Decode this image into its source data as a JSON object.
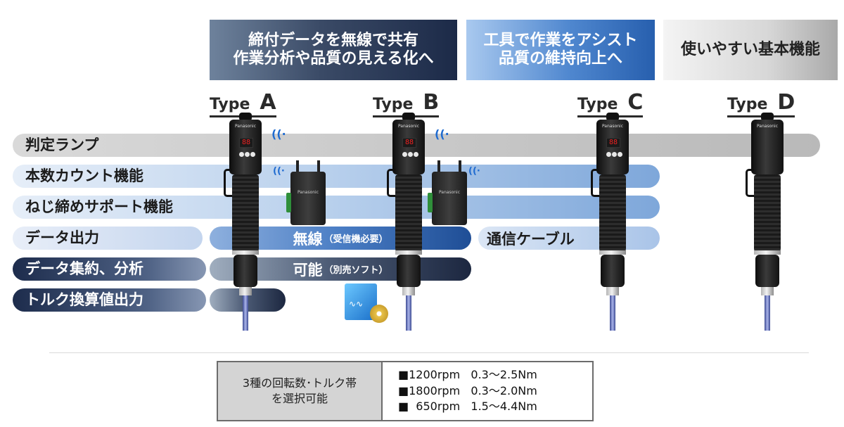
{
  "headers": {
    "a": {
      "line1": "締付データを無線で共有",
      "line2": "作業分析や品質の見える化へ"
    },
    "b": {
      "line1": "工具で作業をアシスト",
      "line2": "品質の維持向上へ"
    },
    "c": {
      "line1": "使いやすい基本機能"
    }
  },
  "types": [
    {
      "prefix": "Type",
      "letter": "A"
    },
    {
      "prefix": "Type",
      "letter": "B"
    },
    {
      "prefix": "Type",
      "letter": "C"
    },
    {
      "prefix": "Type",
      "letter": "D"
    }
  ],
  "features": [
    {
      "label": "判定ランプ"
    },
    {
      "label": "本数カウント機能"
    },
    {
      "label": "ねじ締めサポート機能"
    },
    {
      "label": "データ出力"
    },
    {
      "label": "データ集約、分析"
    },
    {
      "label": "トルク換算値出力"
    }
  ],
  "pills": {
    "wireless": {
      "main": "無線",
      "note": "（受信機必要）"
    },
    "cable": {
      "main": "通信ケーブル"
    },
    "analysis": {
      "main": "可能",
      "note": "（別売ソフト）"
    }
  },
  "tool": {
    "brand": "Panasonic",
    "display": "88"
  },
  "spec": {
    "left_line1": "3種の回転数･トルク帯",
    "left_line2": "を選択可能",
    "lines": [
      "■1200rpm   0.3～2.5Nm",
      "■1800rpm   0.3～2.0Nm",
      "■  650rpm   1.5～4.4Nm"
    ]
  },
  "colors": {
    "gray_row": "#c4c4c4",
    "light_blue_row": "#9fc0e6",
    "dark_navy": "#1d2c4c",
    "wireless_blue": "#4a7dc4"
  }
}
